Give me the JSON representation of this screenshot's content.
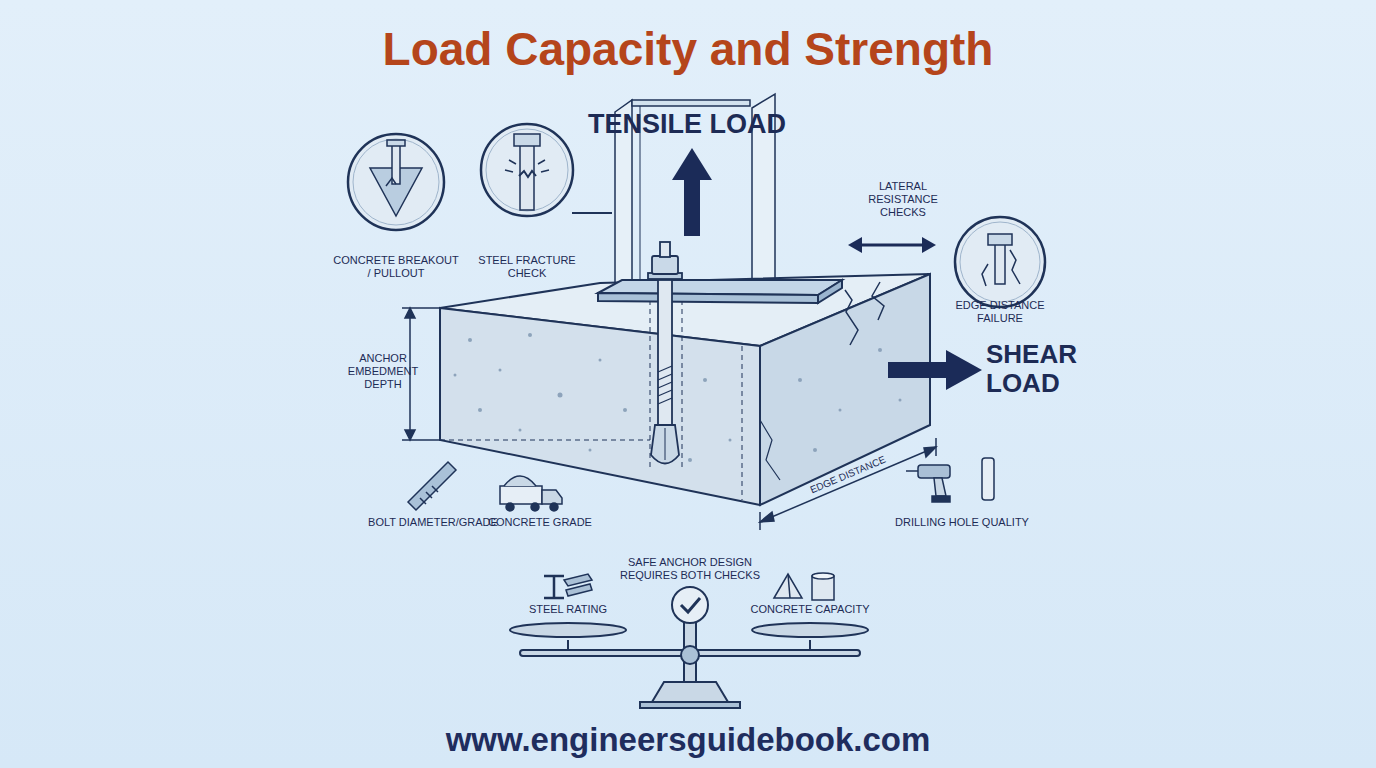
{
  "diagram": {
    "title": "Load Capacity and Strength",
    "nodes": [
      {
        "text": [
          "CONCRETE BREAKOUT / PULLOUT"
        ]
      },
      {
        "text": [
          "STEEL FRACTURE CHECK"
        ]
      },
      {
        "text": [
          "EDGE DISTANCE FAILURE"
        ]
      },
      {
        "text": [
          "STEEL RATING"
        ]
      },
      {
        "text": [
          "CONCRETE CAPACITY"
        ]
      }
    ],
    "labels": [
      "TENSILE LOAD",
      "LATERAL RESISTANCE CHECKS",
      "SHEAR LOAD",
      "ANCHOR EMBEDMENT DEPTH",
      "EDGE DISTANCE",
      "BOLT DIAMETER/GRADE",
      "CONCRETE GRADE",
      "DRILLING HOLE QUALITY",
      "SAFE ANCHOR DESIGN REQUIRES BOTH CHECKS",
      "www.engineersguidebook.com"
    ]
  }
}
